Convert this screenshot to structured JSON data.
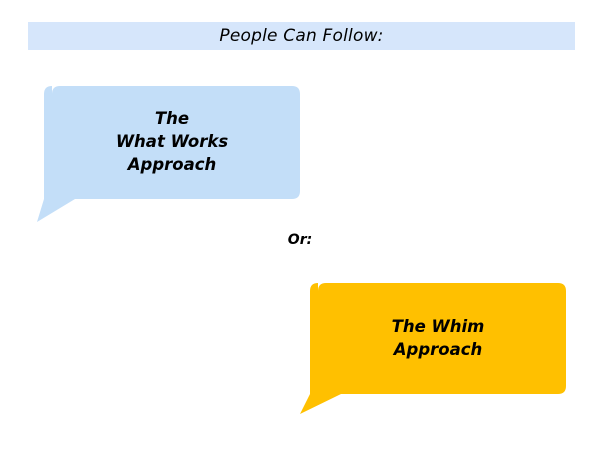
{
  "slide": {
    "background_color": "#ffffff",
    "header": {
      "title": "People Can Follow:",
      "band_color": "#d6e6fb"
    },
    "connector": {
      "label": "Or:"
    },
    "bubbles": [
      {
        "id": "what-works",
        "fill_color": "#c3def8",
        "text_color": "#000000",
        "lines": [
          "The",
          "What Works",
          "Approach"
        ],
        "tail_direction": "bottom-left"
      },
      {
        "id": "whim",
        "fill_color": "#ffc000",
        "text_color": "#000000",
        "lines": [
          "The Whim",
          "Approach"
        ],
        "tail_direction": "bottom-left"
      }
    ]
  }
}
